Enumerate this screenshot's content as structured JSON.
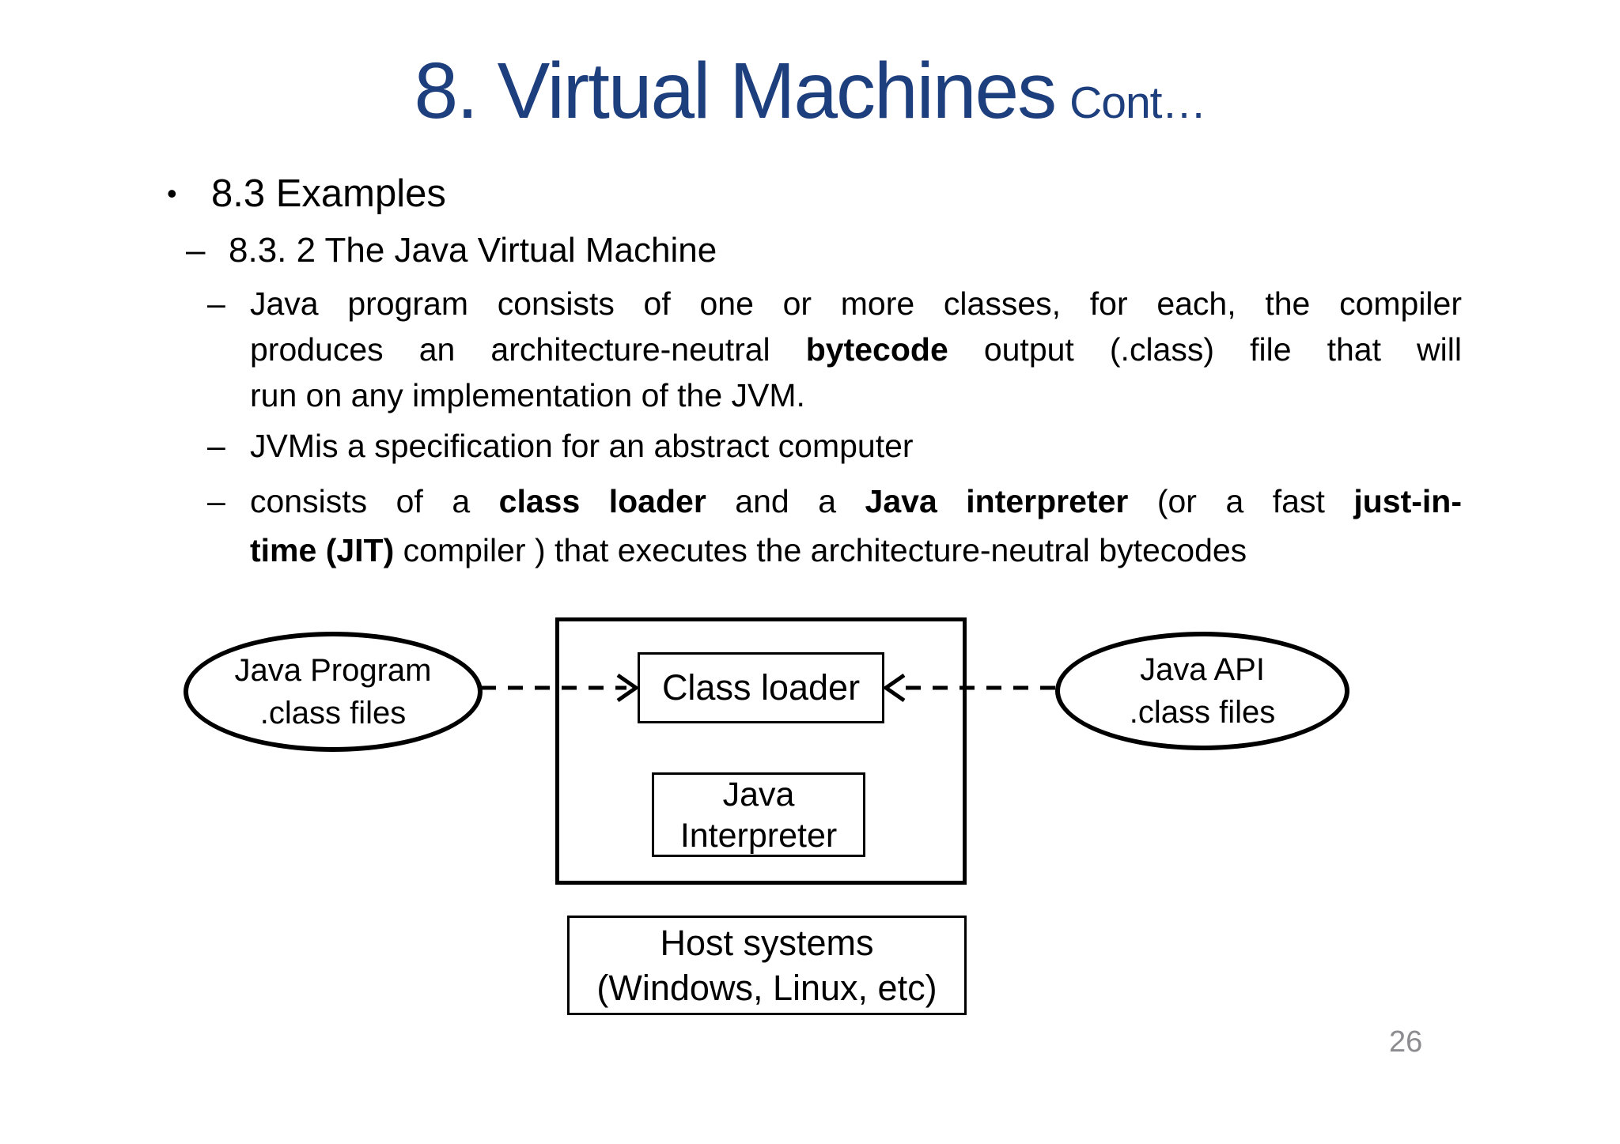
{
  "title": {
    "main": "8. Virtual Machines",
    "suffix": "Cont…"
  },
  "markers": {
    "bullet": "•",
    "dash": "–"
  },
  "bullets": {
    "examples": "8.3 Examples",
    "jvm_heading": "8.3. 2 The Java Virtual Machine",
    "jvm_spec": "JVMis a specification for an abstract computer"
  },
  "paragraphs": {
    "p1": {
      "lines": [
        [
          {
            "text": "Java program consists of one or more classes, for each, the compiler"
          }
        ],
        [
          {
            "text": "produces an architecture-neutral "
          },
          {
            "text": "bytecode",
            "bold": true
          },
          {
            "text": " output (.class) file that will"
          }
        ],
        [
          {
            "text": "run on any implementation of the JVM."
          }
        ]
      ]
    },
    "p2": {
      "lines": [
        [
          {
            "text": "consists of a "
          },
          {
            "text": "class loader",
            "bold": true
          },
          {
            "text": " and a "
          },
          {
            "text": "Java interpreter",
            "bold": true
          },
          {
            "text": " (or a fast "
          },
          {
            "text": "just-in-",
            "bold": true
          }
        ],
        [
          {
            "text": "time (JIT)",
            "bold": true
          },
          {
            "text": " compiler ) that executes the architecture-neutral bytecodes"
          }
        ]
      ]
    }
  },
  "diagram": {
    "java_program_ellipse": {
      "line1": "Java Program",
      "line2": ".class files"
    },
    "java_api_ellipse": {
      "line1": "Java API",
      "line2": ".class files"
    },
    "class_loader_box": "Class loader",
    "interpreter_box": {
      "line1": "Java",
      "line2": "Interpreter"
    },
    "host_box": {
      "line1": "Host systems",
      "line2": "(Windows, Linux, etc)"
    }
  },
  "page_number": "26",
  "colors": {
    "title": "#1E3F7D",
    "text": "#000000",
    "page_number": "#8B8B90",
    "diagram_stroke": "#000000"
  }
}
